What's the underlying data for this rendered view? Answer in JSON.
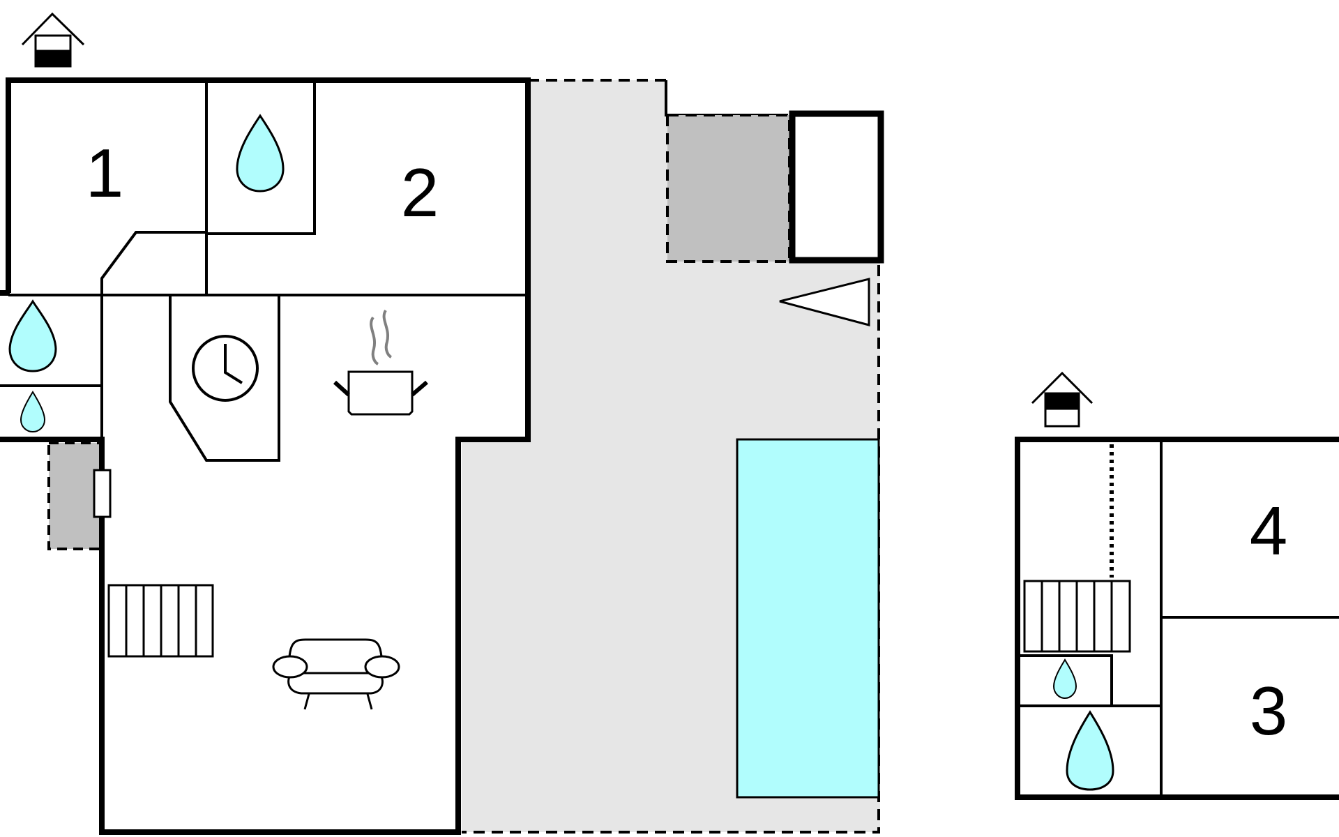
{
  "floor_plan": {
    "rooms": [
      {
        "id": "room-1",
        "label": "1"
      },
      {
        "id": "room-2",
        "label": "2"
      },
      {
        "id": "room-3",
        "label": "3"
      },
      {
        "id": "room-4",
        "label": "4"
      }
    ],
    "icons": [
      "house-floor-icon",
      "water-drop-icon",
      "clock-icon",
      "cooking-pot-icon",
      "staircase-icon",
      "sofa-icon",
      "parking-triangle-icon"
    ],
    "colors": {
      "wall": "#000000",
      "terrace": "#e6e6e6",
      "covered_area": "#c0c0c0",
      "pool": "#b1fdfd",
      "water_drop": "#b1fdfd",
      "steam": "#808080"
    }
  }
}
